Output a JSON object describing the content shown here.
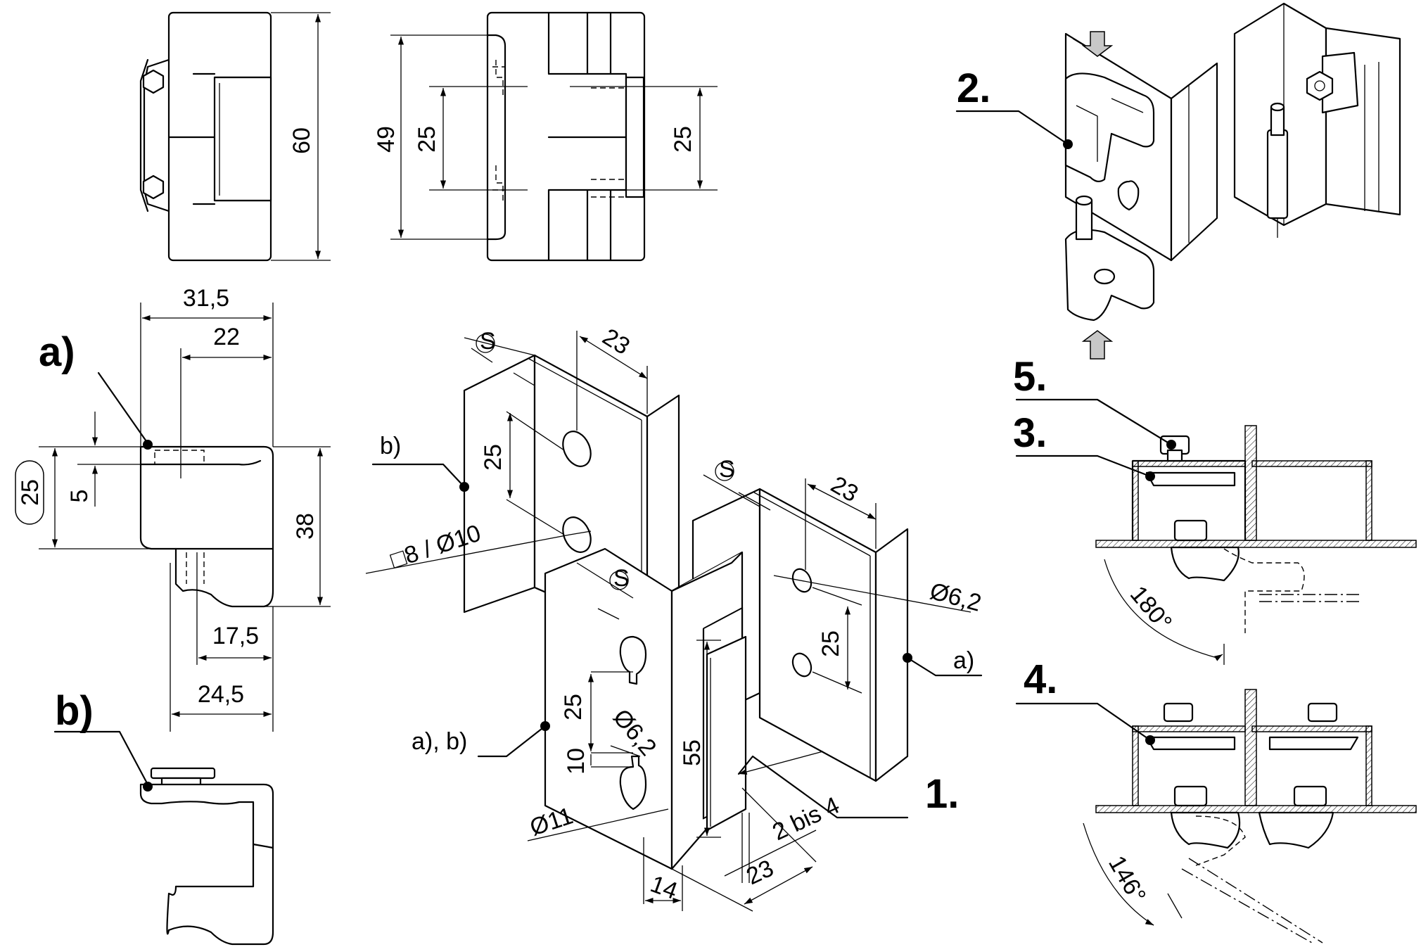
{
  "views": {
    "top_left": {
      "d60": "60"
    },
    "top_middle": {
      "d49": "49",
      "d25_left": "25",
      "d25_right": "25"
    },
    "side_a": {
      "label": "a)",
      "d31_5": "31,5",
      "d22": "22",
      "d25_boxed": "25",
      "d5": "5",
      "d38": "38",
      "d17_5": "17,5",
      "d24_5": "24,5"
    },
    "side_b": {
      "label": "b)"
    },
    "iso_b": {
      "label": "b)",
      "d23": "23",
      "d25": "25",
      "hole": "□8 / Ø10"
    },
    "iso_a": {
      "label": "a)",
      "d23": "23",
      "d25": "25",
      "hole": "Ø6,2"
    },
    "iso_ab": {
      "label": "a), b)",
      "d25": "25",
      "d10": "10",
      "hole_small": "Ø6,2",
      "hole_big": "Ø11",
      "d55": "55",
      "d14": "14",
      "d23": "23",
      "gap": "2 bis 4"
    },
    "steps": {
      "s1": "1.",
      "s2": "2.",
      "s3": "3.",
      "s4": "4.",
      "s5": "5.",
      "angle_180": "180°",
      "angle_146": "146°"
    }
  }
}
